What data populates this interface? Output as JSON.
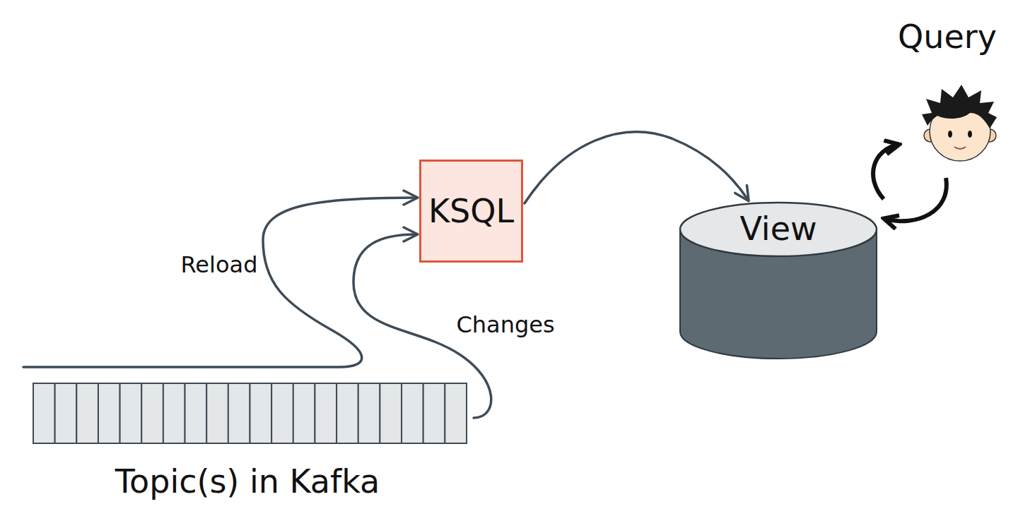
{
  "diagram": {
    "nodes": [
      {
        "text": [
          "KSQL"
        ]
      },
      {
        "text": [
          "View"
        ]
      },
      {
        "text": [
          "Topic(s) in Kafka"
        ]
      }
    ],
    "edges": [
      {
        "from": 2,
        "to": 0,
        "label": "Reload",
        "arrow": "to"
      },
      {
        "from": 2,
        "to": 0,
        "label": "Changes",
        "arrow": "to"
      },
      {
        "from": 0,
        "to": 1,
        "arrow": "to"
      }
    ],
    "labels": [
      "Query"
    ]
  }
}
